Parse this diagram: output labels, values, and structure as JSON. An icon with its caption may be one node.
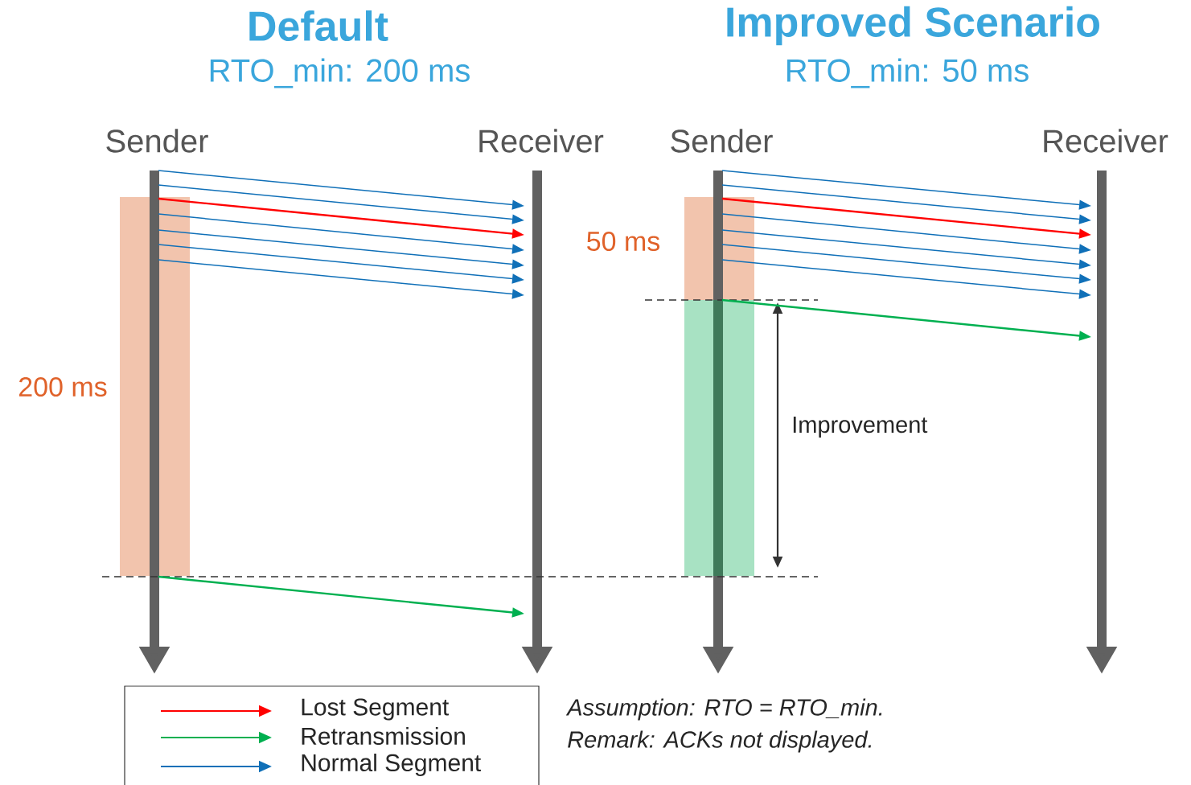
{
  "diagram": {
    "nodes": [
      {
        "text": [
          "Sender"
        ]
      },
      {
        "text": [
          "Receiver"
        ]
      },
      {
        "text": [
          "Sender"
        ]
      },
      {
        "text": [
          "Receiver"
        ]
      }
    ],
    "edges": [
      {
        "from": 0,
        "to": 1,
        "arrow": "to"
      },
      {
        "from": 0,
        "to": 1,
        "arrow": "to"
      },
      {
        "from": 0,
        "to": 1,
        "arrow": "to",
        "color": "#ff0000"
      },
      {
        "from": 0,
        "to": 1,
        "arrow": "to"
      },
      {
        "from": 0,
        "to": 1,
        "arrow": "to"
      },
      {
        "from": 0,
        "to": 1,
        "arrow": "to"
      },
      {
        "from": 0,
        "to": 1,
        "arrow": "to"
      },
      {
        "from": 0,
        "to": 1,
        "arrow": "to",
        "color": "#00b050"
      },
      {
        "from": 2,
        "to": 3,
        "arrow": "to"
      },
      {
        "from": 2,
        "to": 3,
        "arrow": "to"
      },
      {
        "from": 2,
        "to": 3,
        "arrow": "to",
        "color": "#ff0000"
      },
      {
        "from": 2,
        "to": 3,
        "arrow": "to"
      },
      {
        "from": 2,
        "to": 3,
        "arrow": "to"
      },
      {
        "from": 2,
        "to": 3,
        "arrow": "to"
      },
      {
        "from": 2,
        "to": 3,
        "arrow": "to"
      },
      {
        "from": 2,
        "to": 3,
        "arrow": "to",
        "color": "#00b050"
      }
    ],
    "labels": [
      "Default",
      "RTO_min: 200 ms",
      "Improved Scenario",
      "RTO_min: 50 ms",
      "200 ms",
      "50 ms",
      "Improvement",
      "Assumption: RTO = RTO_min.",
      "Remark: ACKs not displayed."
    ],
    "legend": [
      {
        "text": "Lost Segment"
      },
      {
        "text": "Retransmission"
      },
      {
        "text": "Normal Segment"
      }
    ]
  }
}
